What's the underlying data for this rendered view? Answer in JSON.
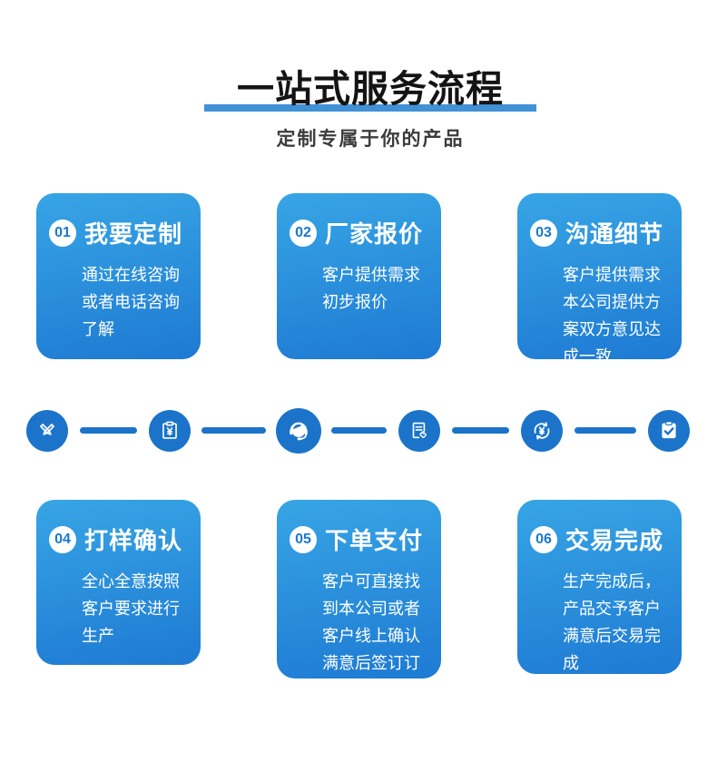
{
  "header": {
    "title": "一站式服务流程",
    "subtitle": "定制专属于你的产品",
    "underline_color": "#4191d6"
  },
  "colors": {
    "card_gradient_top": "#37a5e5",
    "card_gradient_bottom": "#1e7ad3",
    "icon_circle": "#1b74ca",
    "connector": "#1b74ca",
    "badge_bg": "#ffffff",
    "badge_text": "#1a78d2",
    "title_text": "#141414",
    "card_text": "#ffffff"
  },
  "steps": [
    {
      "num": "01",
      "title": "我要定制",
      "desc": "通过在线咨询或者电话咨询了解"
    },
    {
      "num": "02",
      "title": "厂家报价",
      "desc": "客户提供需求初步报价"
    },
    {
      "num": "03",
      "title": "沟通细节",
      "desc": "客户提供需求本公司提供方案双方意见达成一致"
    },
    {
      "num": "04",
      "title": "打样确认",
      "desc": "全心全意按照客户要求进行生产"
    },
    {
      "num": "05",
      "title": "下单支付",
      "desc": "客户可直接找到本公司或者客户线上确认满意后签订订单合同"
    },
    {
      "num": "06",
      "title": "交易完成",
      "desc": "生产完成后，产品交予客户满意后交易完成"
    }
  ],
  "flow_icons": [
    {
      "name": "design-pens-icon"
    },
    {
      "name": "quote-document-icon"
    },
    {
      "name": "customer-service-icon"
    },
    {
      "name": "contract-tag-icon"
    },
    {
      "name": "payment-cycle-icon"
    },
    {
      "name": "clipboard-check-icon"
    }
  ]
}
